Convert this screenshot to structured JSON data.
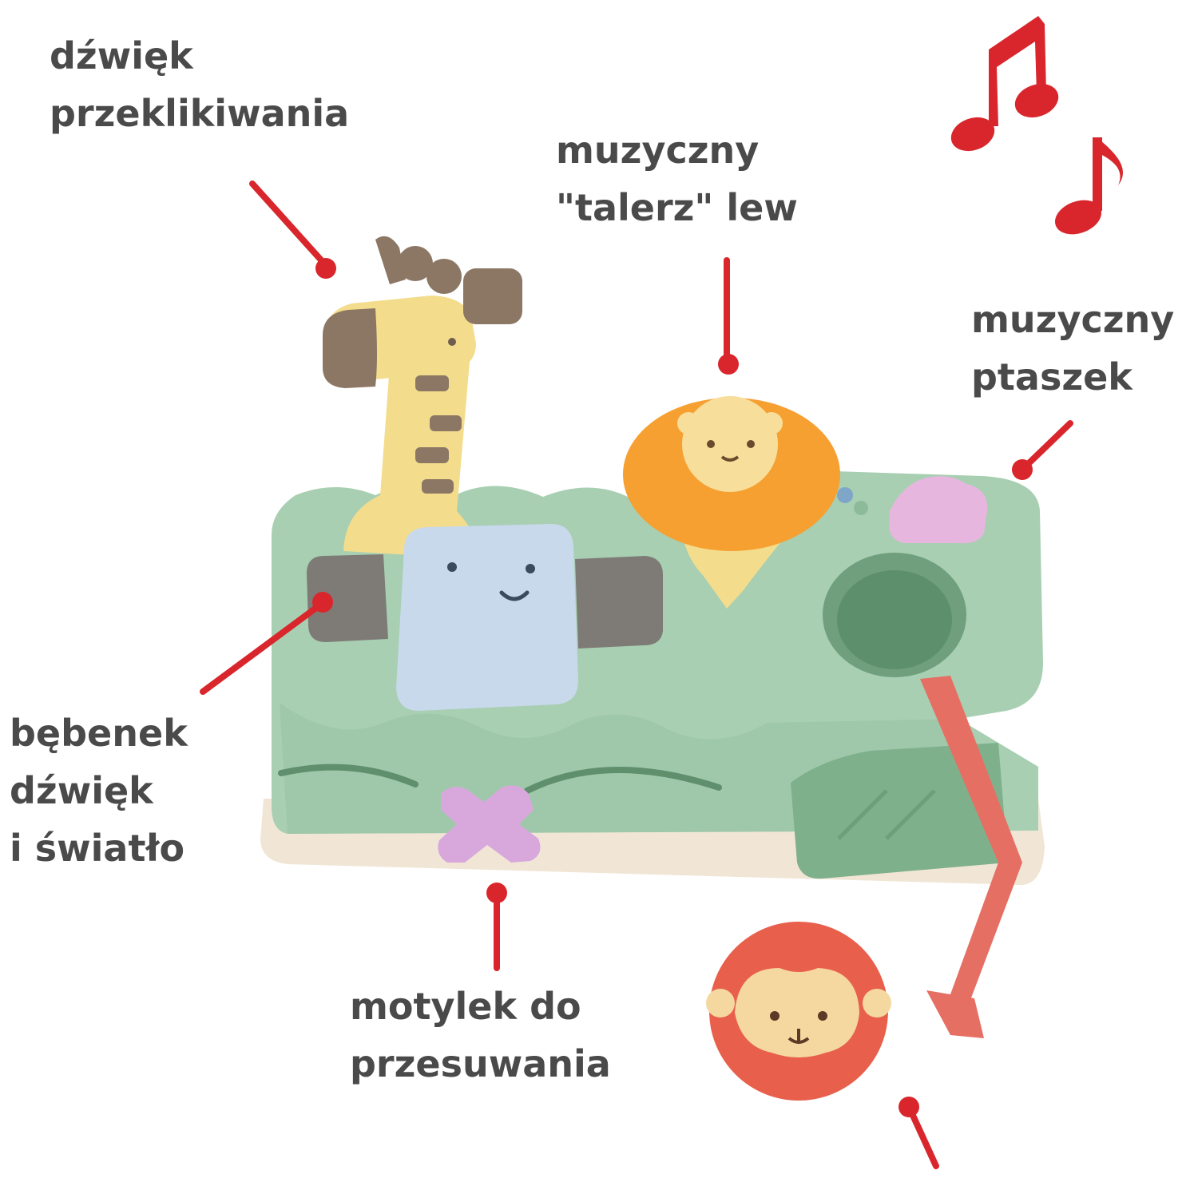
{
  "colors": {
    "pointer": "#d9262c",
    "text": "#4a4a4a",
    "toy_body": "#a8cfb2",
    "base": "#f1e6d6"
  },
  "labels": {
    "click_sound": [
      "dźwięk",
      "przeklikiwania"
    ],
    "lion_plate": [
      "muzyczny",
      "\"talerz\" lew"
    ],
    "music_bird": [
      "muzyczny",
      "ptaszek"
    ],
    "drum": [
      "bębenek",
      "dźwięk",
      "i światło"
    ],
    "butterfly": [
      "motylek do",
      "przesuwania"
    ]
  },
  "decorations": [
    "music-note-icon",
    "music-note-icon"
  ]
}
